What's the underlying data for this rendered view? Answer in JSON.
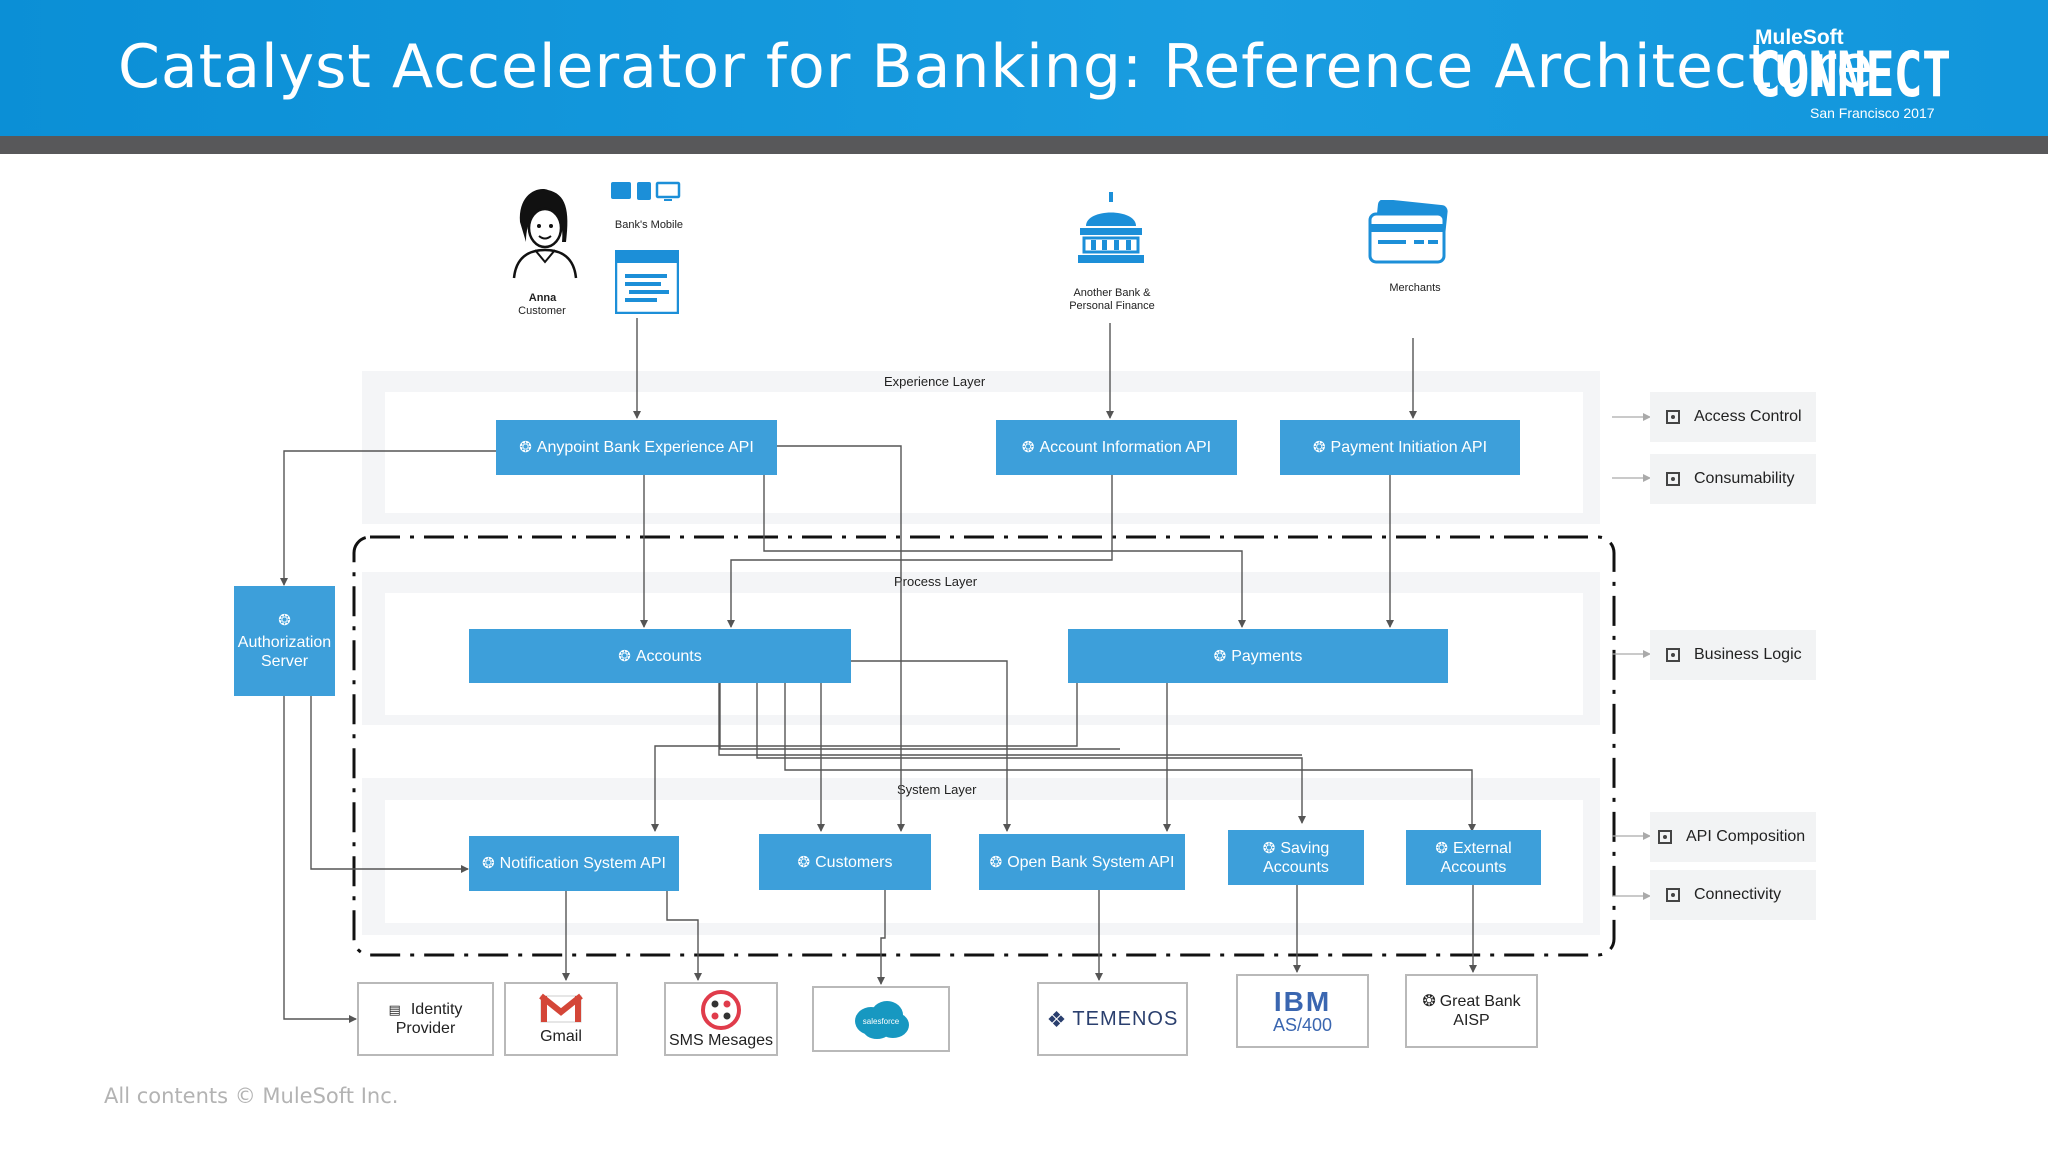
{
  "header": {
    "title": "Catalyst Accelerator for Banking: Reference Architecture",
    "logo_brand": "MuleSoft",
    "logo_event": "CONNECT",
    "logo_location": "San Francisco 2017"
  },
  "actors": {
    "customer_name": "Anna",
    "customer_role": "Customer",
    "mobile_label": "Bank's Mobile",
    "bank_label_line1": "Another Bank &",
    "bank_label_line2": "Personal Finance",
    "merchants_label": "Merchants"
  },
  "layers": {
    "experience": "Experience Layer",
    "process": "Process Layer",
    "system": "System Layer"
  },
  "apis": {
    "anypoint_experience": "Anypoint Bank Experience API",
    "account_information": "Account Information API",
    "payment_initiation": "Payment Initiation API",
    "authorization_line1": "Authorization",
    "authorization_line2": "Server",
    "accounts": "Accounts",
    "payments": "Payments",
    "notification_system": "Notification System API",
    "customers": "Customers",
    "open_bank_system": "Open Bank System API",
    "saving_line1": "Saving",
    "saving_line2": "Accounts",
    "external_line1": "External",
    "external_line2": "Accounts"
  },
  "systems": {
    "identity_line1": "Identity",
    "identity_line2": "Provider",
    "gmail": "Gmail",
    "sms": "SMS Mesages",
    "salesforce": "salesforce",
    "temenos": "TEMENOS",
    "ibm_line1": "IBM",
    "ibm_line2": "AS/400",
    "greatbank_line1": "Great Bank",
    "greatbank_line2": "AISP"
  },
  "capabilities": {
    "access_control": "Access Control",
    "consumability": "Consumability",
    "business_logic": "Business Logic",
    "api_composition": "API Composition",
    "connectivity": "Connectivity"
  },
  "footer": "All contents © MuleSoft Inc.",
  "colors": {
    "header_blue": "#1a9de0",
    "api_blue": "#3d9fda",
    "header_bar": "#58585a"
  },
  "icons": [
    "person-icon",
    "devices-icon",
    "browser-window-icon",
    "bank-building-icon",
    "credit-card-icon",
    "api-gear-icon",
    "capability-icon",
    "gmail-icon",
    "twilio-icon",
    "identity-card-icon"
  ]
}
